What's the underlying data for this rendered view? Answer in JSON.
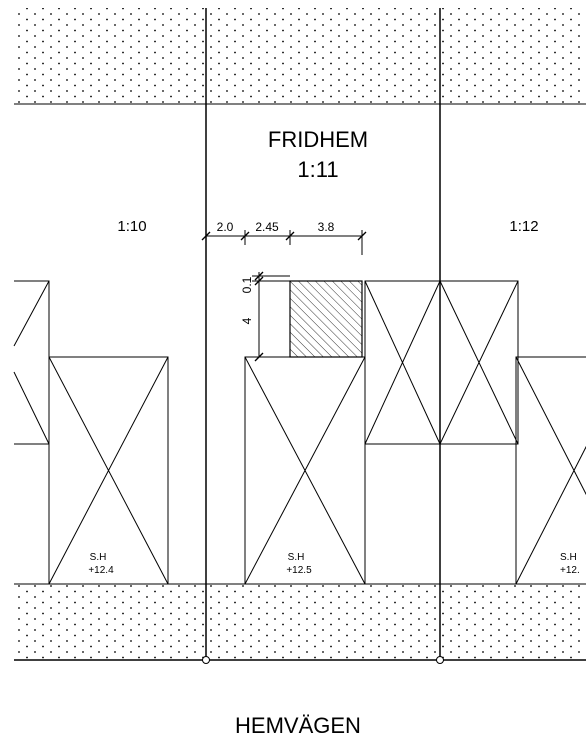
{
  "street": {
    "name": "HEMVÄGEN"
  },
  "block": {
    "name": "FRIDHEM"
  },
  "plots": [
    {
      "label": "1:10"
    },
    {
      "label": "1:11"
    },
    {
      "label": "1:12"
    }
  ],
  "dimensions": {
    "horizontal": [
      "2.0",
      "2.45",
      "3.8"
    ],
    "vertical": [
      "0.1",
      "4"
    ]
  },
  "houses": [
    {
      "code": "S.H",
      "level": "+12.4"
    },
    {
      "code": "S.H",
      "level": "+12.5"
    },
    {
      "code": "S.H",
      "level": "+12."
    }
  ],
  "colors": {
    "line": "#000000",
    "background": "#ffffff"
  }
}
